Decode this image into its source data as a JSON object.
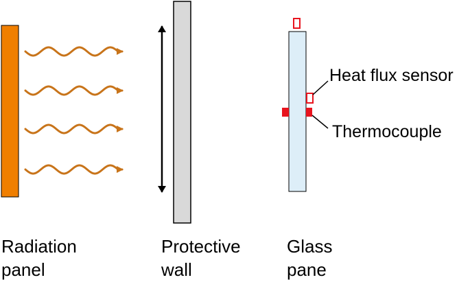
{
  "labels": {
    "heat_flux_sensor": "Heat flux sensor",
    "thermocouple": "Thermocouple"
  },
  "captions": {
    "radiation_panel": [
      "Radiation",
      "panel"
    ],
    "protective_wall": [
      "Protective",
      "wall"
    ],
    "glass_pane": [
      "Glass",
      "pane"
    ]
  },
  "colors": {
    "radiation_panel": "#f07f00",
    "radiation_wave": "#c8741a",
    "protective_wall": "#d9d9d9",
    "glass_pane": "#ddeef8",
    "sensor_marker": "#e8141e",
    "outline": "#000000"
  },
  "radiation_waves": {
    "count": 4
  }
}
